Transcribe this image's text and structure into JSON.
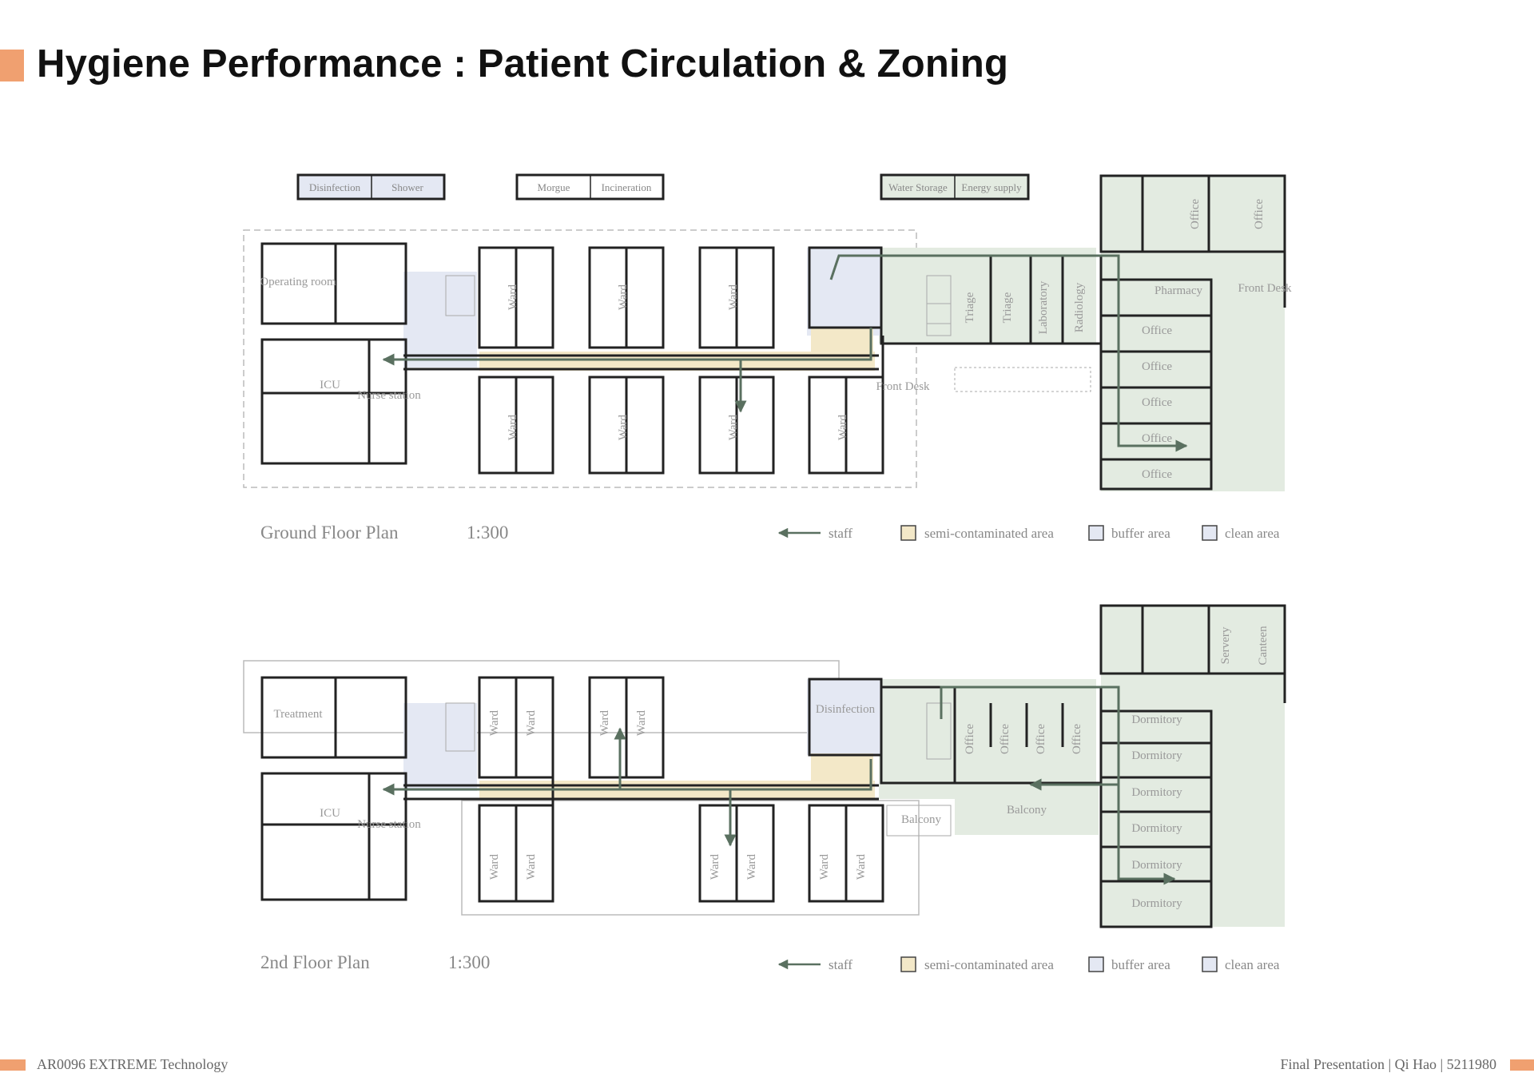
{
  "title": "Hygiene Performance : Patient Circulation & Zoning",
  "footer": {
    "left": "AR0096 EXTREME Technology",
    "right": "Final Presentation | Qi  Hao | 5211980"
  },
  "colors": {
    "accent": "#f0a070",
    "semi_contaminated": "#f3e8c8",
    "buffer": "#e4e8f3",
    "clean": "#e3ebe1",
    "staff_arrow": "#5a7060",
    "walls": "#222222"
  },
  "top_boxes": [
    {
      "left": "Disinfection",
      "right": "Shower"
    },
    {
      "left": "Morgue",
      "right": "Incineration"
    },
    {
      "left": "Water Storage",
      "right": "Energy supply"
    }
  ],
  "plans": [
    {
      "name": "Ground Floor Plan",
      "scale": "1:300",
      "rooms": {
        "operating": "Operating room",
        "icu": "ICU",
        "nurse": "Nurse station",
        "ward": "Ward",
        "front_desk_mid": "Front Desk",
        "triage": "Triage",
        "laboratory": "Laboratory",
        "radiology": "Radiology",
        "pharmacy": "Pharmacy",
        "front_desk_right": "Front Desk",
        "office": "Office"
      }
    },
    {
      "name": "2nd Floor Plan",
      "scale": "1:300",
      "rooms": {
        "treatment": "Treatment",
        "icu": "ICU",
        "nurse": "Nurse station",
        "ward": "Ward",
        "disinfection": "Disinfection",
        "balcony_small": "Balcony",
        "balcony_large": "Balcony",
        "office": "Office",
        "servery": "Servery",
        "canteen": "Canteen",
        "dormitory": "Dormitory"
      }
    }
  ],
  "legend": {
    "staff": "staff",
    "semi": "semi-contaminated area",
    "buffer": "buffer area",
    "clean": "clean area"
  }
}
